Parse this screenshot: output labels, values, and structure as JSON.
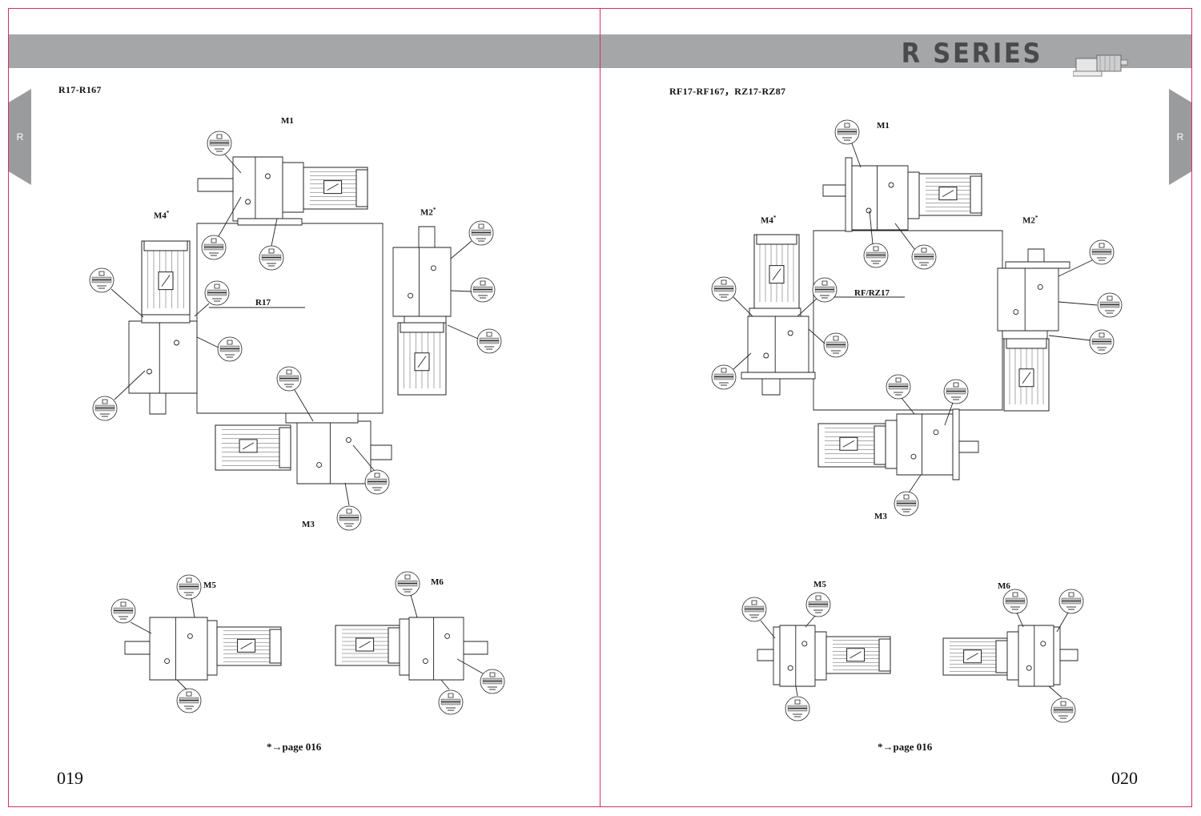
{
  "left_page": {
    "series_label": "R17-R167",
    "side_tab": "R",
    "positions": {
      "m1": "M1",
      "m2": "M2",
      "m3": "M3",
      "m4": "M4",
      "m5": "M5",
      "m6": "M6",
      "star": "*"
    },
    "center_label": "R17",
    "page_ref": {
      "prefix": "*→page",
      "number": "016"
    },
    "page_number": "019"
  },
  "right_page": {
    "series_title": "R SERIES",
    "series_label": "RF17-RF167，RZ17-RZ87",
    "side_tab": "R",
    "positions": {
      "m1": "M1",
      "m2": "M2",
      "m3": "M3",
      "m4": "M4",
      "m5": "M5",
      "m6": "M6",
      "star": "*"
    },
    "center_label": "RF/RZ17",
    "page_ref": {
      "prefix": "*→page",
      "number": "016"
    },
    "page_number": "020"
  },
  "colors": {
    "page_border": "#d0306a",
    "header_band": "#a5a6a8",
    "side_tab": "#9a9b9d",
    "title": "#4a4a4c"
  }
}
